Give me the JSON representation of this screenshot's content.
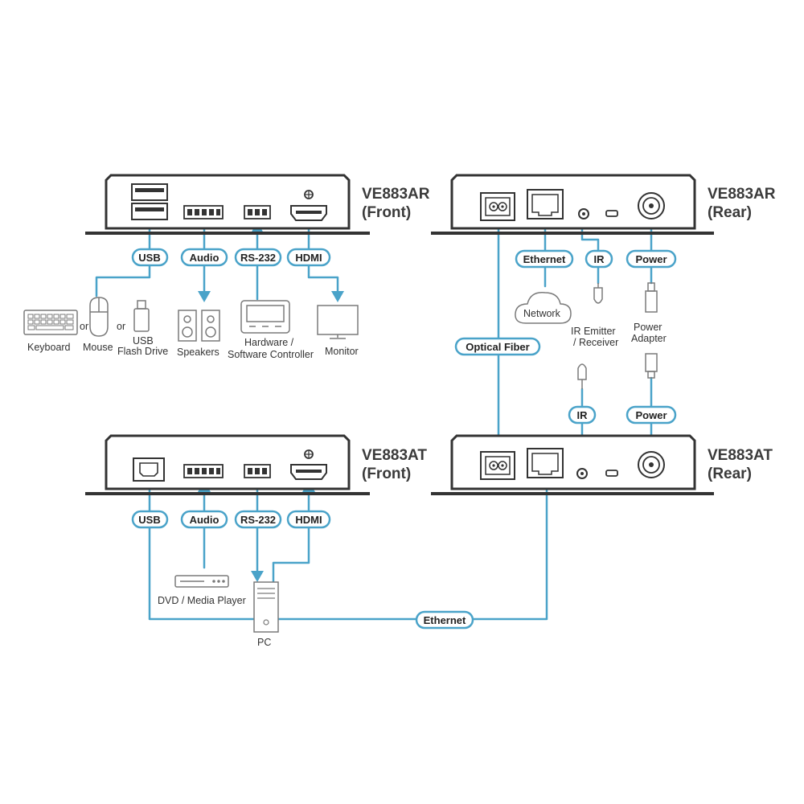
{
  "colors": {
    "cable": "#4aa3c9",
    "device": "#333333",
    "pill_border": "#4aa3c9",
    "icon": "#7a7a7a"
  },
  "devices": {
    "ar_front": {
      "model": "VE883AR",
      "side": "(Front)"
    },
    "ar_rear": {
      "model": "VE883AR",
      "side": "(Rear)"
    },
    "at_front": {
      "model": "VE883AT",
      "side": "(Front)"
    },
    "at_rear": {
      "model": "VE883AT",
      "side": "(Rear)"
    }
  },
  "ports": {
    "usb": "USB",
    "audio": "Audio",
    "rs232": "RS-232",
    "hdmi": "HDMI",
    "ethernet": "Ethernet",
    "ir": "IR",
    "power": "Power",
    "optical_fiber": "Optical Fiber"
  },
  "peripherals": {
    "keyboard": "Keyboard",
    "or": "or",
    "mouse": "Mouse",
    "usb_flash_1": "USB",
    "usb_flash_2": "Flash Drive",
    "speakers": "Speakers",
    "controller_1": "Hardware /",
    "controller_2": "Software Controller",
    "monitor": "Monitor",
    "network": "Network",
    "ir_emitter_1": "IR Emitter",
    "ir_emitter_2": "/ Receiver",
    "power_adapter_1": "Power",
    "power_adapter_2": "Adapter",
    "dvd_player": "DVD / Media Player",
    "pc": "PC"
  }
}
